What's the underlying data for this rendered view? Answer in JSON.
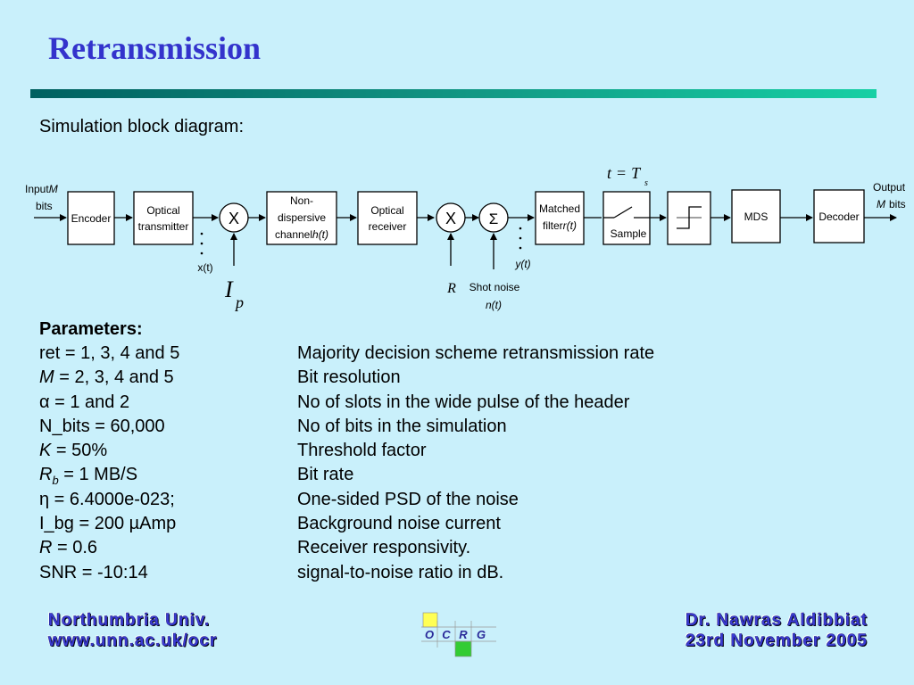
{
  "title": "Retransmission",
  "subtitle": "Simulation block diagram:",
  "diagram": {
    "input_label_1": "Input",
    "input_label_M": "M",
    "input_label_2": "bits",
    "encoder": "Encoder",
    "optical_tx_1": "Optical",
    "optical_tx_2": "transmitter",
    "mult": "X",
    "xt": "x(t)",
    "ip_I": "I",
    "ip_p": "p",
    "nondisp_1": "Non-",
    "nondisp_2": "dispersive",
    "nondisp_3": "channel",
    "nondisp_h": "h(t)",
    "optical_rx_1": "Optical",
    "optical_rx_2": "receiver",
    "sum": "Σ",
    "r_label": "R",
    "shot_noise": "Shot noise",
    "nt": "n(t)",
    "matched_1": "Matched",
    "matched_2": "filter",
    "matched_r": "r(t)",
    "yt": "y(t)",
    "sample_eq_t": "t",
    "sample_eq_eq": "=",
    "sample_eq_T": "T",
    "sample_eq_s": "s",
    "sample": "Sample",
    "mds": "MDS",
    "decoder": "Decoder",
    "output_label_1": "Output",
    "output_label_M": "M",
    "output_label_2": "bits"
  },
  "parameters": {
    "heading": "Parameters:",
    "rows": [
      {
        "html": "ret = 1, 3, 4 and 5",
        "desc": "Majority decision scheme retransmission rate"
      },
      {
        "html": "<i>M</i> = 2, 3, 4 and 5",
        "desc": "Bit resolution"
      },
      {
        "html": "α = 1 and 2",
        "desc": "No of slots in the wide pulse of the header"
      },
      {
        "html": "N_bits = 60,000",
        "desc": "No of bits in the simulation"
      },
      {
        "html": "<i>K</i> = 50%",
        "desc": "Threshold factor"
      },
      {
        "html": "<i>R</i><sub style=\"font-size:13px\"><i>b</i></sub> = 1 MB/S",
        "desc": "Bit rate"
      },
      {
        "html": "η = 6.4000e-023;",
        "desc": "One-sided PSD of the noise"
      },
      {
        "html": "I_bg = 200 µAmp",
        "desc": "Background noise current"
      },
      {
        "html": "<i>R</i> = 0.6",
        "desc": "Receiver responsivity."
      },
      {
        "html": "SNR = -10:14",
        "desc": "signal-to-noise ratio in dB."
      }
    ]
  },
  "footer": {
    "left_line1": "Northumbria   Univ.",
    "left_line2": "www.unn.ac.uk/ocr",
    "right_line1": "Dr. Nawras Aldibbiat",
    "right_line2": "23rd November 2005",
    "logo_letters": [
      "O",
      "C",
      "R",
      "G"
    ]
  },
  "colors": {
    "background": "#c9f0fb",
    "title": "#3333cc",
    "footer_text": "#3c3cd4"
  }
}
